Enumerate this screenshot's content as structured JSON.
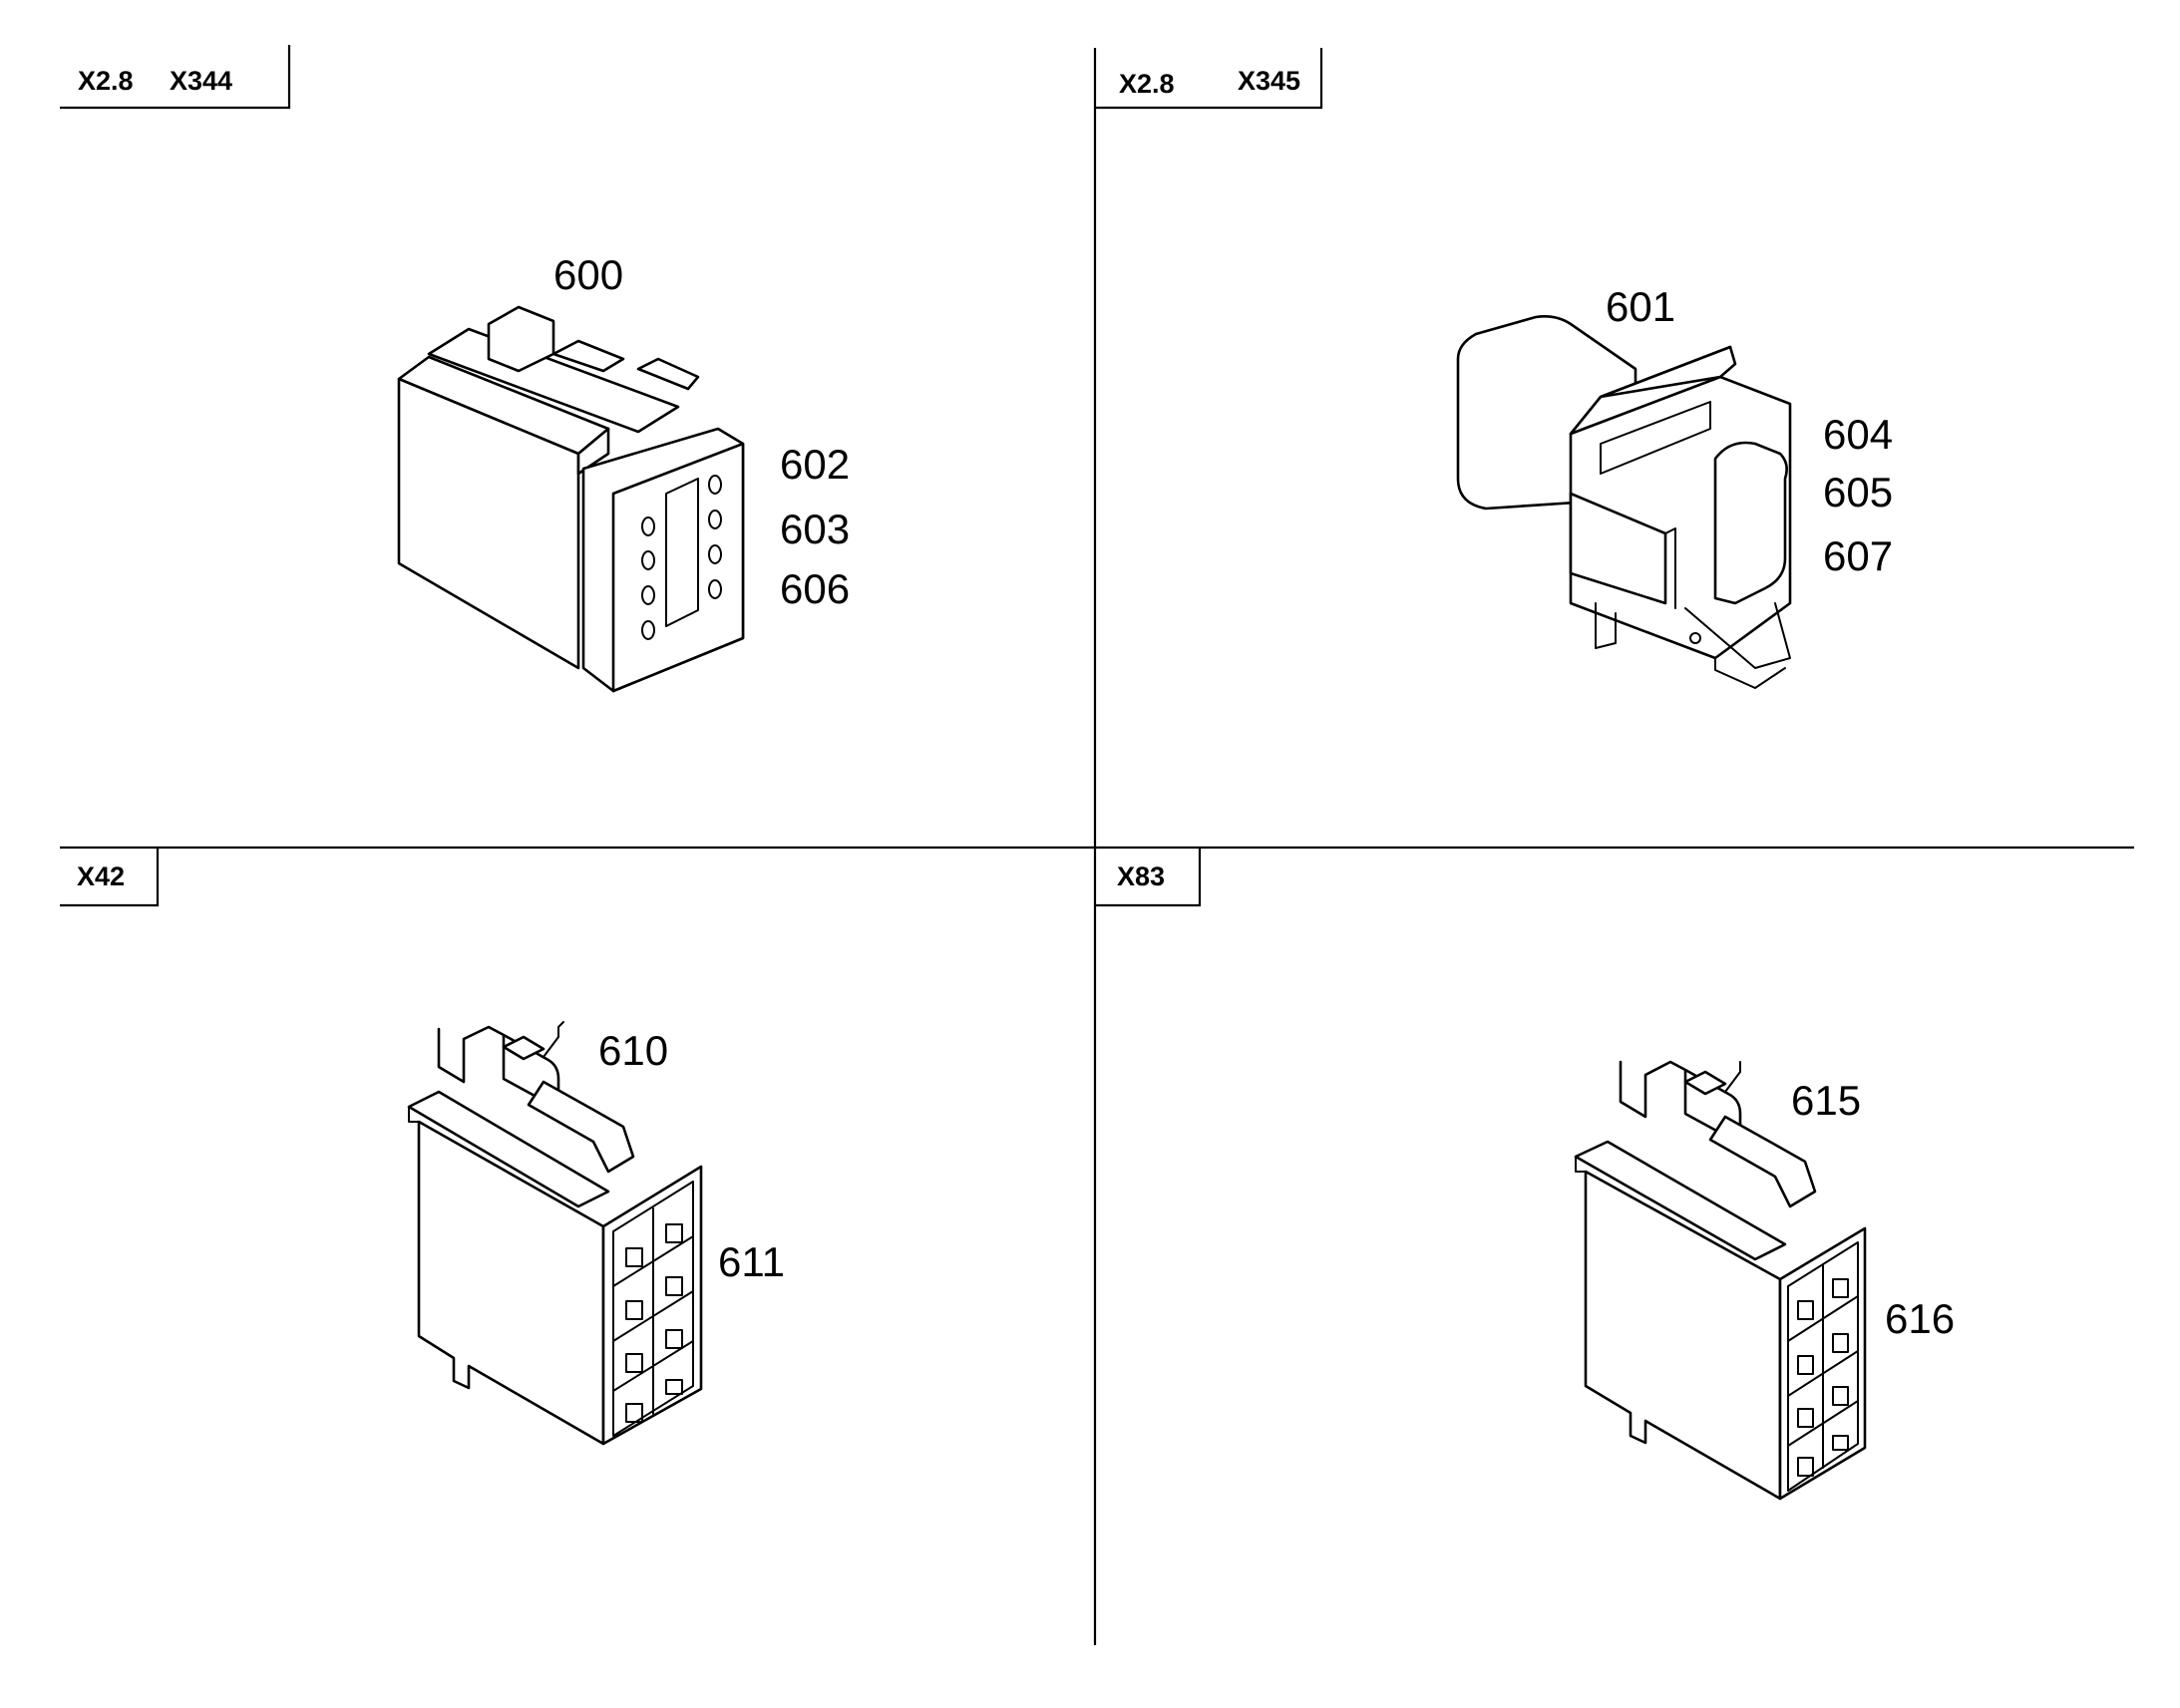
{
  "panels": [
    {
      "tag_a": "X2.8",
      "tag_b": "X344",
      "callouts": [
        "600",
        "602",
        "603",
        "606"
      ]
    },
    {
      "tag_a": "X2.8",
      "tag_b": "X345",
      "callouts": [
        "601",
        "604",
        "605",
        "607"
      ]
    },
    {
      "tag_a": "X42",
      "callouts": [
        "610",
        "611"
      ]
    },
    {
      "tag_a": "X83",
      "callouts": [
        "615",
        "616"
      ]
    }
  ],
  "colors": {
    "line": "#000000",
    "background": "#ffffff"
  }
}
